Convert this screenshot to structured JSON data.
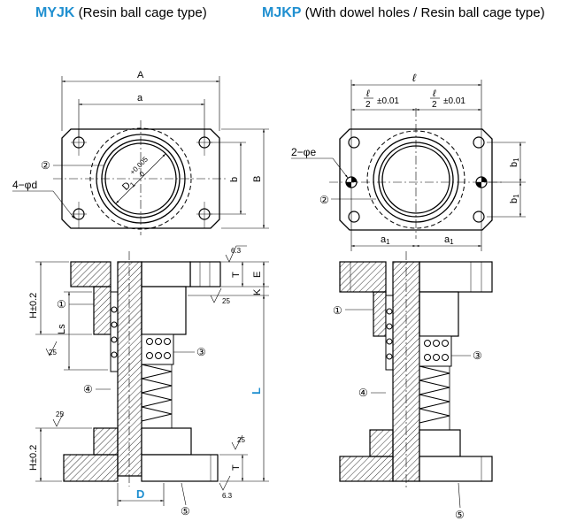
{
  "titles": {
    "left_code": "MYJK",
    "left_desc": "(Resin ball cage type)",
    "right_code": "MJKP",
    "right_desc": "(With dowel holes / Resin ball cage type)"
  },
  "left_top": {
    "A": "A",
    "a": "a",
    "b": "b",
    "B": "B",
    "bore": "D",
    "bore_sub": "1",
    "bore_tol_up": "+0.005",
    "bore_tol_lo": "0",
    "holes": "4−φd",
    "callout": "②"
  },
  "right_top": {
    "l": "ℓ",
    "half_left": "ℓ",
    "half_left_den": "2",
    "half_left_tol": "±0.01",
    "half_right": "ℓ",
    "half_right_den": "2",
    "half_right_tol": "±0.01",
    "dowel": "2−φe",
    "callout": "②",
    "b1_top": "b",
    "b1_top_sub": "1",
    "b1_bot": "b",
    "b1_bot_sub": "1",
    "a1_left": "a",
    "a1_left_sub": "1",
    "a1_right": "a",
    "a1_right_sub": "1"
  },
  "left_section": {
    "H_top": "H±0.2",
    "H_bot": "H±0.2",
    "Ls": "Ls",
    "T_top": "T",
    "E": "E",
    "K": "K",
    "L": "L",
    "T_bot": "T",
    "D": "D",
    "rough_63_top": "6.3",
    "rough_25_a": "25",
    "rough_25_b": "25",
    "rough_25_c": "25",
    "rough_25_d": "25",
    "rough_63_bot": "6.3",
    "c1": "①",
    "c3": "③",
    "c4": "④",
    "c5": "⑤"
  },
  "right_section": {
    "c1": "①",
    "c3": "③",
    "c4": "④",
    "c5": "⑤"
  },
  "colors": {
    "accent": "#1f8fd0",
    "line": "#000000",
    "hatch": "#000000"
  }
}
